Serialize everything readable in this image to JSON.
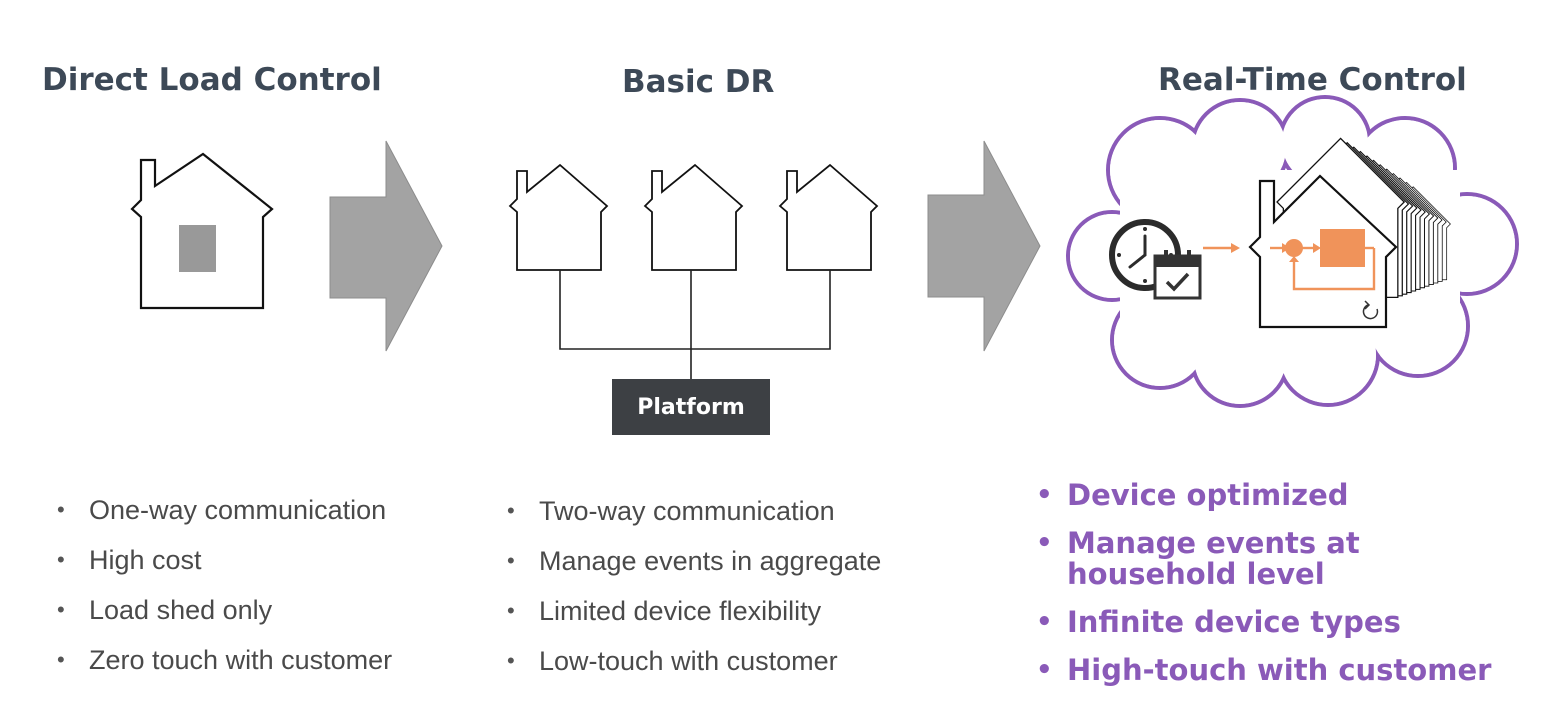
{
  "columns": [
    {
      "title": "Direct Load Control",
      "bullets": [
        "One-way communication",
        "High cost",
        "Load shed only",
        "Zero touch with customer"
      ]
    },
    {
      "title": "Basic DR",
      "hub_label": "Platform",
      "bullets": [
        "Two-way communication",
        "Manage events in aggregate",
        "Limited device flexibility",
        "Low-touch with customer"
      ]
    },
    {
      "title": "Real-Time Control",
      "bullets": [
        "Device optimized",
        "Manage events at household level",
        "Infinite device types",
        "High-touch with customer"
      ]
    }
  ],
  "icons": [
    "house-icon",
    "arrow-right-icon",
    "cloud-icon",
    "clock-icon",
    "calendar-check-icon",
    "control-loop-icon",
    "refresh-icon"
  ],
  "colors": {
    "title": "#3d4957",
    "text": "#4a4a4a",
    "arrow_fill": "#a3a3a3",
    "platform_bg": "#3d4044",
    "cloud_stroke": "#8a5ab8",
    "highlight_text": "#8a5ab8",
    "control_orange": "#f0935a"
  }
}
